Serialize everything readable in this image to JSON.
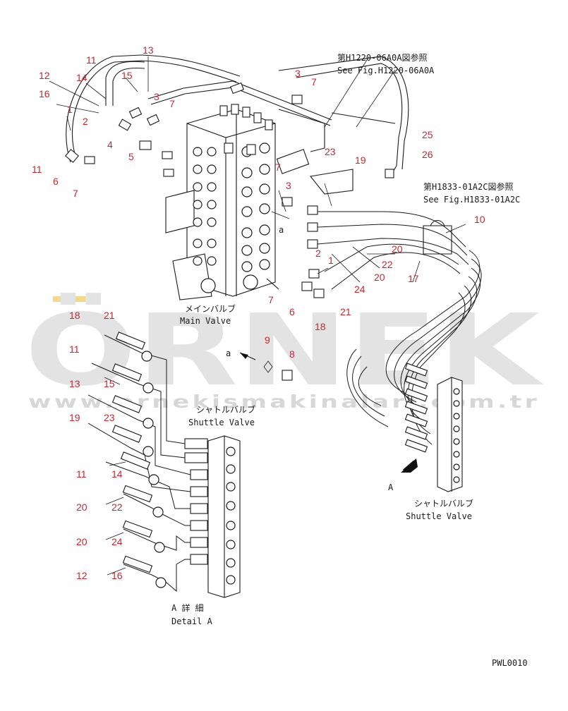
{
  "watermark": {
    "brand": "ÖRNEK",
    "url": "www.ornekismakinalari.com.tr",
    "brand_color": "#e3e3e3",
    "accent_color": "#f5d98a"
  },
  "references": {
    "top_jp": "第H1220-06A0A図参照",
    "top_en": "See Fig.H1220-06A0A",
    "right_jp": "第H1833-01A2C図参照",
    "right_en": "See Fig.H1833-01A2C"
  },
  "captions": {
    "main_valve_jp": "メインバルブ",
    "main_valve_en": "Main Valve",
    "shuttle_center_jp": "シャトルバルブ",
    "shuttle_center_en": "Shuttle Valve",
    "shuttle_right_jp": "シャトルバルブ",
    "shuttle_right_en": "Shuttle Valve",
    "detail_jp": "A 詳 細",
    "detail_en": "Detail A",
    "view_a": "A",
    "view_small_a": "a",
    "drawing_no": "PWL0010"
  },
  "callouts": [
    {
      "id": "c-13",
      "text": "13"
    },
    {
      "id": "c-11a",
      "text": "11"
    },
    {
      "id": "c-12a",
      "text": "12"
    },
    {
      "id": "c-14a",
      "text": "14"
    },
    {
      "id": "c-15a",
      "text": "15"
    },
    {
      "id": "c-16a",
      "text": "16"
    },
    {
      "id": "c-3a",
      "text": "3"
    },
    {
      "id": "c-7a",
      "text": "7"
    },
    {
      "id": "c-1a",
      "text": "1"
    },
    {
      "id": "c-2a",
      "text": "2"
    },
    {
      "id": "c-4",
      "text": "4"
    },
    {
      "id": "c-5",
      "text": "5"
    },
    {
      "id": "c-11b",
      "text": "11"
    },
    {
      "id": "c-6a",
      "text": "6"
    },
    {
      "id": "c-7b",
      "text": "7"
    },
    {
      "id": "c-3b",
      "text": "3"
    },
    {
      "id": "c-7c",
      "text": "7"
    },
    {
      "id": "c-23a",
      "text": "23"
    },
    {
      "id": "c-25",
      "text": "25"
    },
    {
      "id": "c-26",
      "text": "26"
    },
    {
      "id": "c-19a",
      "text": "19"
    },
    {
      "id": "c-7d",
      "text": "7"
    },
    {
      "id": "c-3c",
      "text": "3"
    },
    {
      "id": "c-10",
      "text": "10"
    },
    {
      "id": "c-2b",
      "text": "2"
    },
    {
      "id": "c-20a",
      "text": "20"
    },
    {
      "id": "c-22a",
      "text": "22"
    },
    {
      "id": "c-1b",
      "text": "1"
    },
    {
      "id": "c-17",
      "text": "17"
    },
    {
      "id": "c-20b",
      "text": "20"
    },
    {
      "id": "c-24a",
      "text": "24"
    },
    {
      "id": "c-7e",
      "text": "7"
    },
    {
      "id": "c-6b",
      "text": "6"
    },
    {
      "id": "c-21a",
      "text": "21"
    },
    {
      "id": "c-18a",
      "text": "18"
    },
    {
      "id": "c-9",
      "text": "9"
    },
    {
      "id": "c-8",
      "text": "8"
    },
    {
      "id": "c-18b",
      "text": "18"
    },
    {
      "id": "c-21b",
      "text": "21"
    },
    {
      "id": "c-11c",
      "text": "11"
    },
    {
      "id": "c-13b",
      "text": "13"
    },
    {
      "id": "c-15b",
      "text": "15"
    },
    {
      "id": "c-19b",
      "text": "19"
    },
    {
      "id": "c-23b",
      "text": "23"
    },
    {
      "id": "c-11d",
      "text": "11"
    },
    {
      "id": "c-14b",
      "text": "14"
    },
    {
      "id": "c-20c",
      "text": "20"
    },
    {
      "id": "c-22b",
      "text": "22"
    },
    {
      "id": "c-20d",
      "text": "20"
    },
    {
      "id": "c-24b",
      "text": "24"
    },
    {
      "id": "c-12b",
      "text": "12"
    },
    {
      "id": "c-16b",
      "text": "16"
    }
  ]
}
